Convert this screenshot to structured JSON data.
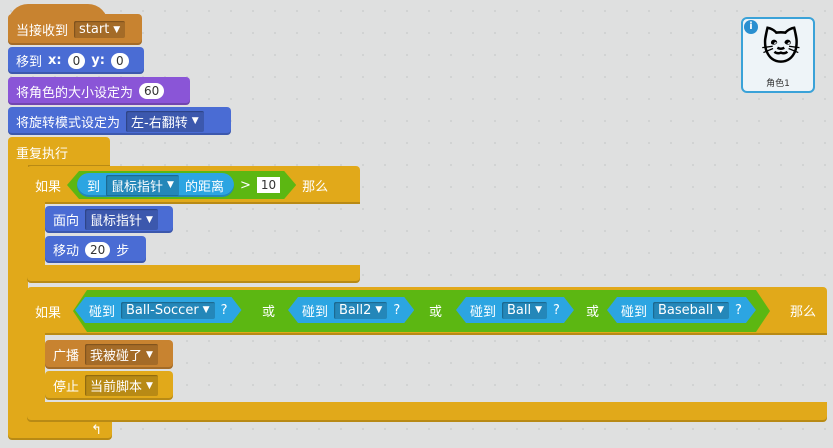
{
  "hat": {
    "label": "当接收到",
    "message": "start"
  },
  "goto": {
    "label": "移到",
    "x_label": "x:",
    "x": "0",
    "y_label": "y:",
    "y": "0"
  },
  "size": {
    "label": "将角色的大小设定为",
    "value": "60"
  },
  "rotation": {
    "label": "将旋转模式设定为",
    "value": "左-右翻转"
  },
  "forever": {
    "label": "重复执行"
  },
  "if1": {
    "if_label": "如果",
    "then_label": "那么",
    "distance_to": "到",
    "target": "鼠标指针",
    "distance_label": "的距离",
    "op": ">",
    "value": "10",
    "point": {
      "label": "面向",
      "target": "鼠标指针"
    },
    "move": {
      "label": "移动",
      "steps": "20",
      "unit": "步"
    }
  },
  "if2": {
    "if_label": "如果",
    "then_label": "那么",
    "or_label": "或",
    "touching_label": "碰到",
    "question": "?",
    "targets": [
      "Ball-Soccer",
      "Ball2",
      "Ball",
      "Baseball"
    ],
    "broadcast": {
      "label": "广播",
      "message": "我被碰了"
    },
    "stop": {
      "label": "停止",
      "option": "当前脚本"
    }
  },
  "sprite": {
    "name": "角色1",
    "info": "i"
  },
  "colors": {
    "control": "#e1a91a",
    "events": "#c88330",
    "motion": "#4a6cd4",
    "looks": "#8a55d7",
    "sensing": "#2ca5e2",
    "operators": "#5cb712"
  }
}
